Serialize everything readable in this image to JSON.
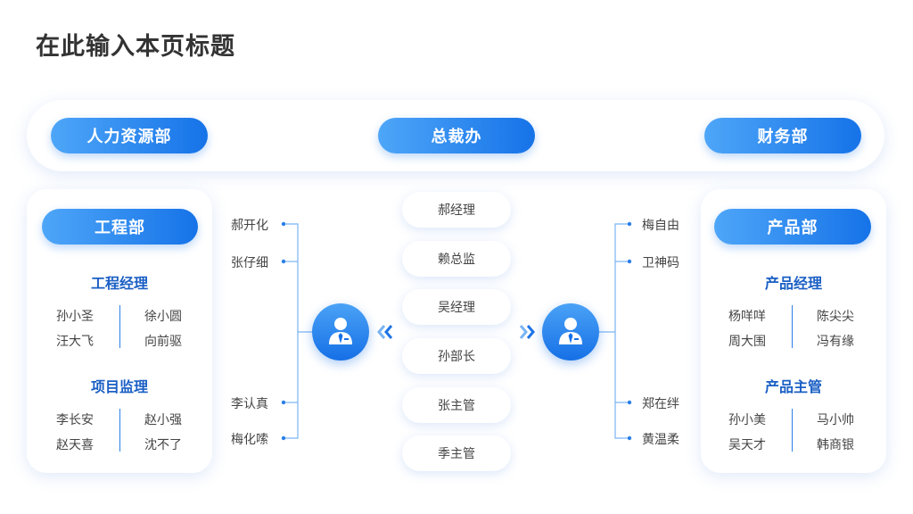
{
  "title": "在此输入本页标题",
  "top_row": {
    "left": "人力资源部",
    "center": "总裁办",
    "right": "财务部"
  },
  "left_panel": {
    "header": "工程部",
    "sections": [
      {
        "title": "工程经理",
        "names": [
          "孙小圣",
          "徐小圆",
          "汪大飞",
          "向前驱"
        ]
      },
      {
        "title": "项目监理",
        "names": [
          "李长安",
          "赵小强",
          "赵天喜",
          "沈不了"
        ]
      }
    ]
  },
  "right_panel": {
    "header": "产品部",
    "sections": [
      {
        "title": "产品经理",
        "names": [
          "杨咩咩",
          "陈尖尖",
          "周大围",
          "冯有缘"
        ]
      },
      {
        "title": "产品主管",
        "names": [
          "孙小美",
          "马小帅",
          "吴天才",
          "韩商银"
        ]
      }
    ]
  },
  "left_people": [
    "郝开化",
    "张仔细",
    "李认真",
    "梅化嗦"
  ],
  "right_people": [
    "梅自由",
    "卫神码",
    "郑在绊",
    "黄温柔"
  ],
  "center_list": [
    "郝经理",
    "赖总监",
    "吴经理",
    "孙部长",
    "张主管",
    "季主管"
  ],
  "colors": {
    "accent": "#1673e8",
    "accent_light": "#4ea6f8",
    "section_title": "#1a5fc4"
  },
  "icons": {
    "person": "person-suit-icon",
    "arrow_left": "double-chevron-left-icon",
    "arrow_right": "double-chevron-right-icon"
  }
}
